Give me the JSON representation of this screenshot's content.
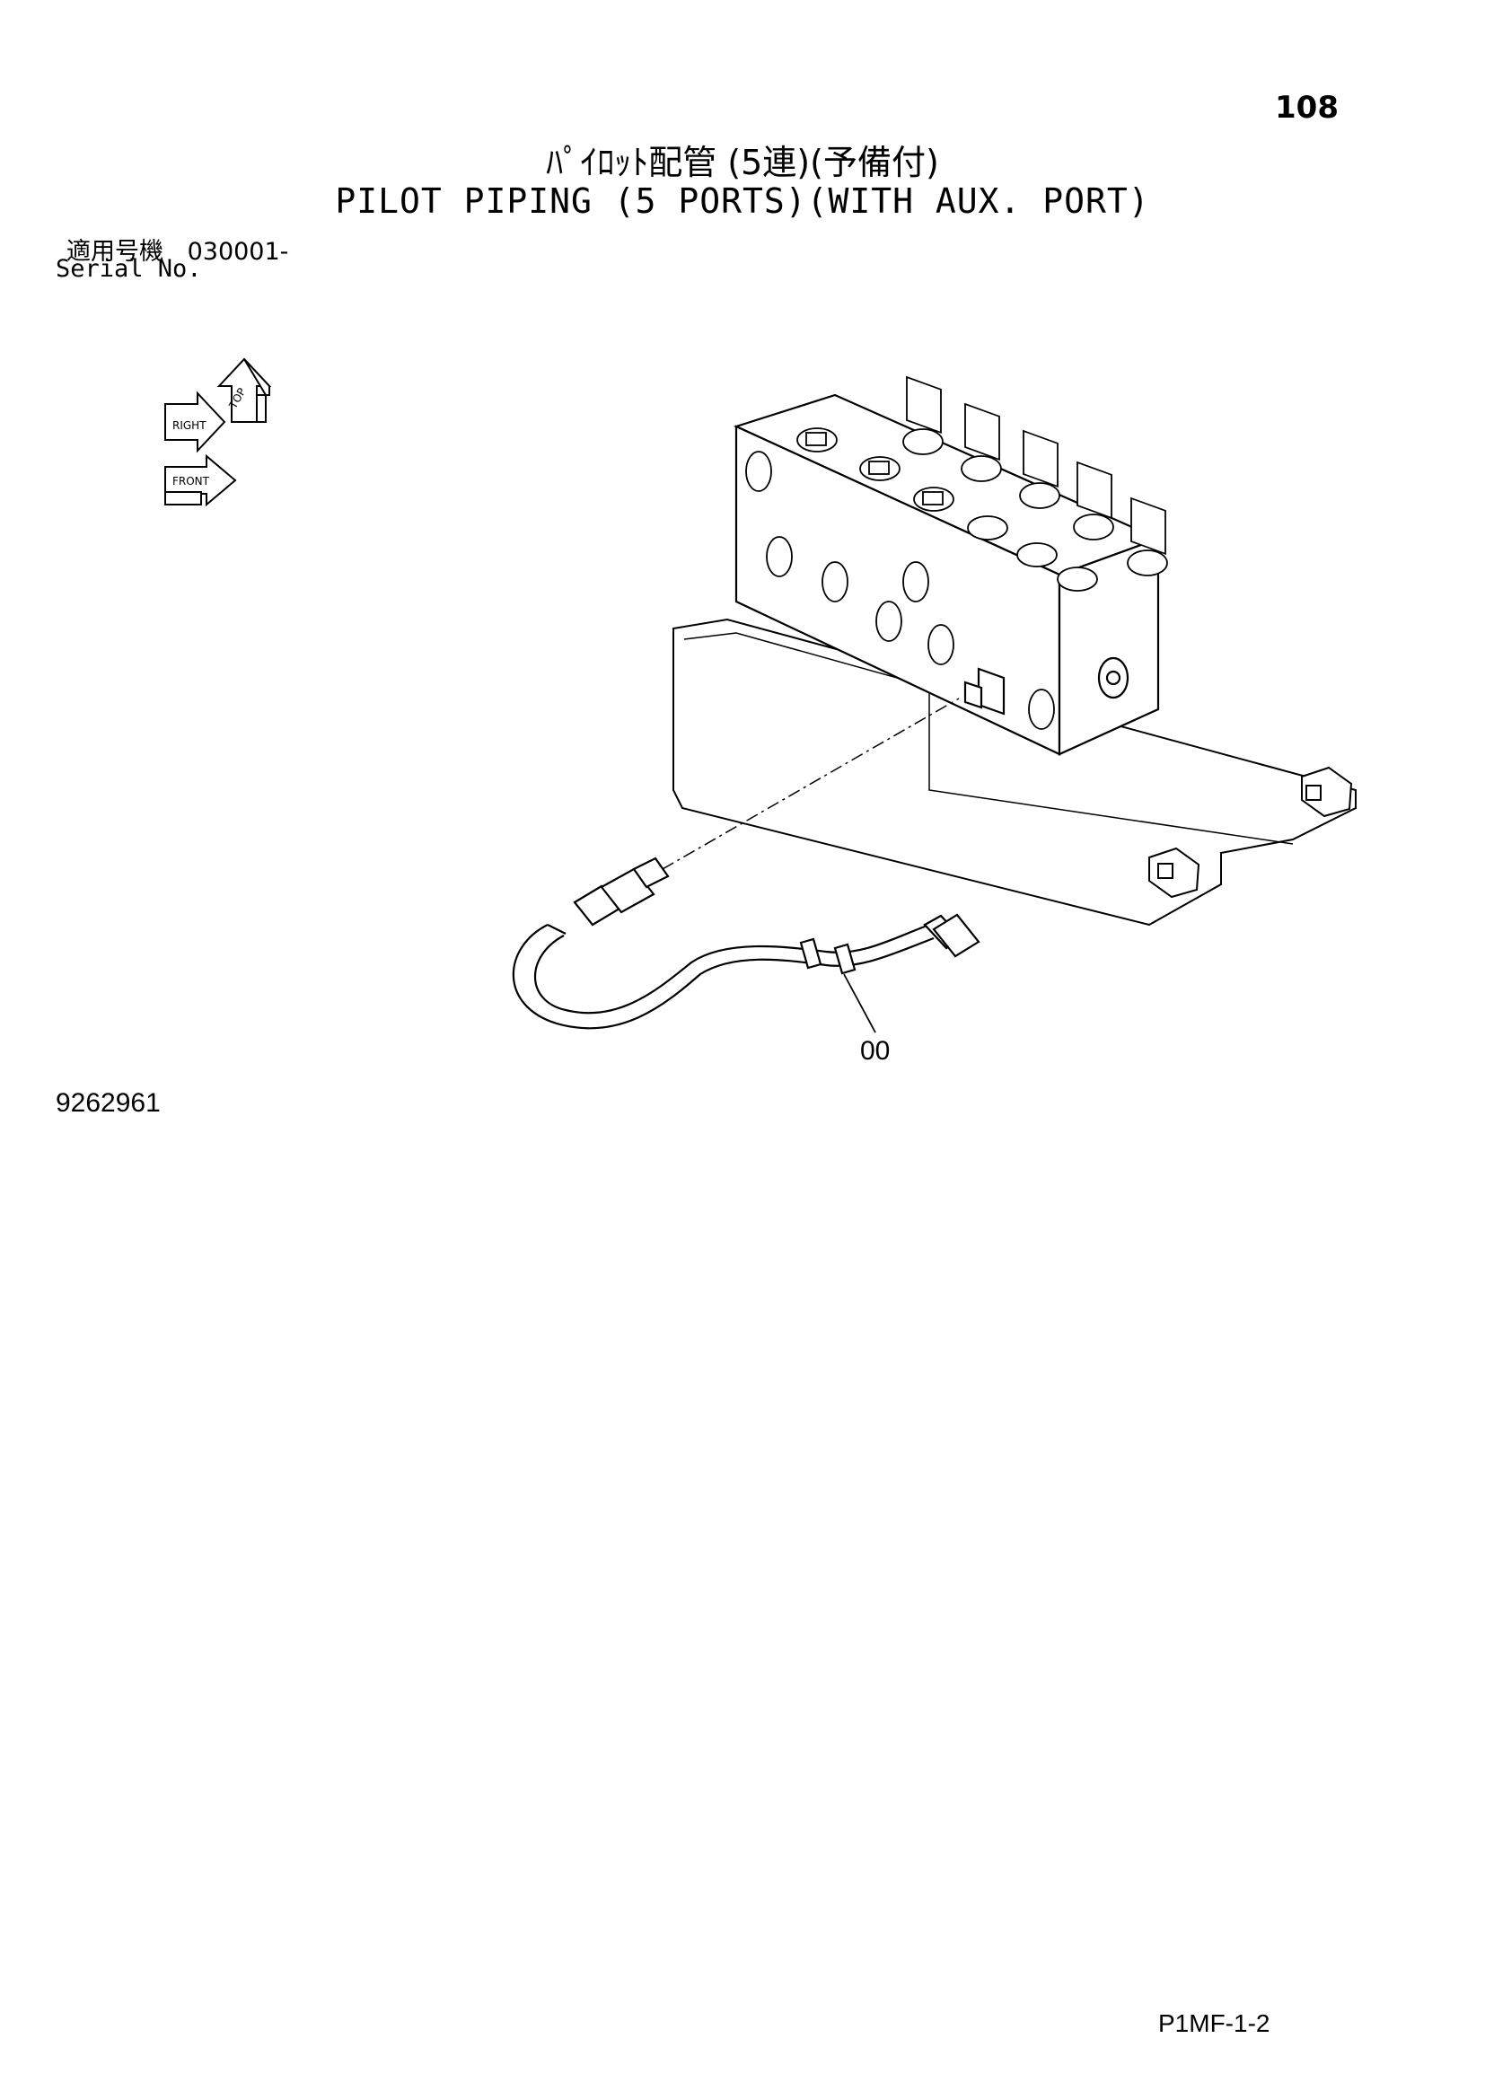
{
  "header": {
    "page_number": "108",
    "title_jp": "ﾊﾟｲﾛｯﾄ配管 (5連)(予備付)",
    "title_en": "PILOT PIPING (5 PORTS)(WITH AUX. PORT)"
  },
  "serial": {
    "label_jp": "適用号機",
    "range": "030001-",
    "label_en": "Serial No."
  },
  "orientation_indicator": {
    "top": "TOP",
    "right": "RIGHT",
    "front": "FRONT"
  },
  "callouts": {
    "pipe_part": "00"
  },
  "footer": {
    "drawing_number": "9262961",
    "sheet_code": "P1MF-1-2"
  }
}
